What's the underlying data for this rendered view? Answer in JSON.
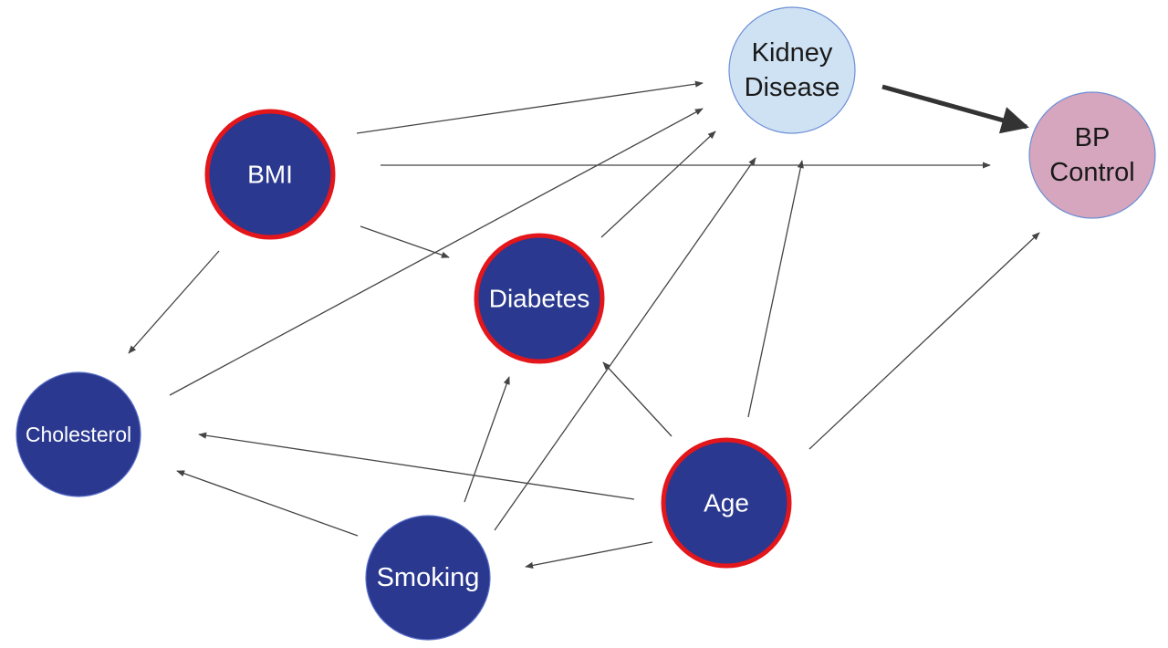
{
  "diagram": {
    "nodes": [
      {
        "id": "bmi",
        "label": [
          "BMI"
        ],
        "fill": "#2a388f",
        "stroke": "#e3161b",
        "text_color": "#ffffff"
      },
      {
        "id": "diabetes",
        "label": [
          "Diabetes"
        ],
        "fill": "#2a388f",
        "stroke": "#e3161b",
        "text_color": "#ffffff"
      },
      {
        "id": "age",
        "label": [
          "Age"
        ],
        "fill": "#2a388f",
        "stroke": "#e3161b",
        "text_color": "#ffffff"
      },
      {
        "id": "cholesterol",
        "label": [
          "Cholesterol"
        ],
        "fill": "#2a388f",
        "stroke": "#5b6fc7",
        "text_color": "#ffffff"
      },
      {
        "id": "smoking",
        "label": [
          "Smoking"
        ],
        "fill": "#2a388f",
        "stroke": "#5b6fc7",
        "text_color": "#ffffff"
      },
      {
        "id": "kidney",
        "label": [
          "Kidney",
          "Disease"
        ],
        "fill": "#cfe2f3",
        "stroke": "#6d8fd6",
        "text_color": "#1a1a1a"
      },
      {
        "id": "bp",
        "label": [
          "BP",
          "Control"
        ],
        "fill": "#d5a6bd",
        "stroke": "#6d8fd6",
        "text_color": "#1a1a1a"
      }
    ],
    "edges": [
      {
        "from": "bmi",
        "to": "kidney"
      },
      {
        "from": "bmi",
        "to": "bp"
      },
      {
        "from": "bmi",
        "to": "diabetes"
      },
      {
        "from": "bmi",
        "to": "cholesterol"
      },
      {
        "from": "cholesterol",
        "to": "kidney"
      },
      {
        "from": "diabetes",
        "to": "kidney"
      },
      {
        "from": "smoking",
        "to": "kidney"
      },
      {
        "from": "smoking",
        "to": "diabetes"
      },
      {
        "from": "smoking",
        "to": "cholesterol"
      },
      {
        "from": "age",
        "to": "kidney"
      },
      {
        "from": "age",
        "to": "bp"
      },
      {
        "from": "age",
        "to": "diabetes"
      },
      {
        "from": "age",
        "to": "cholesterol"
      },
      {
        "from": "age",
        "to": "smoking"
      },
      {
        "from": "kidney",
        "to": "bp",
        "emphasis": true
      }
    ]
  }
}
